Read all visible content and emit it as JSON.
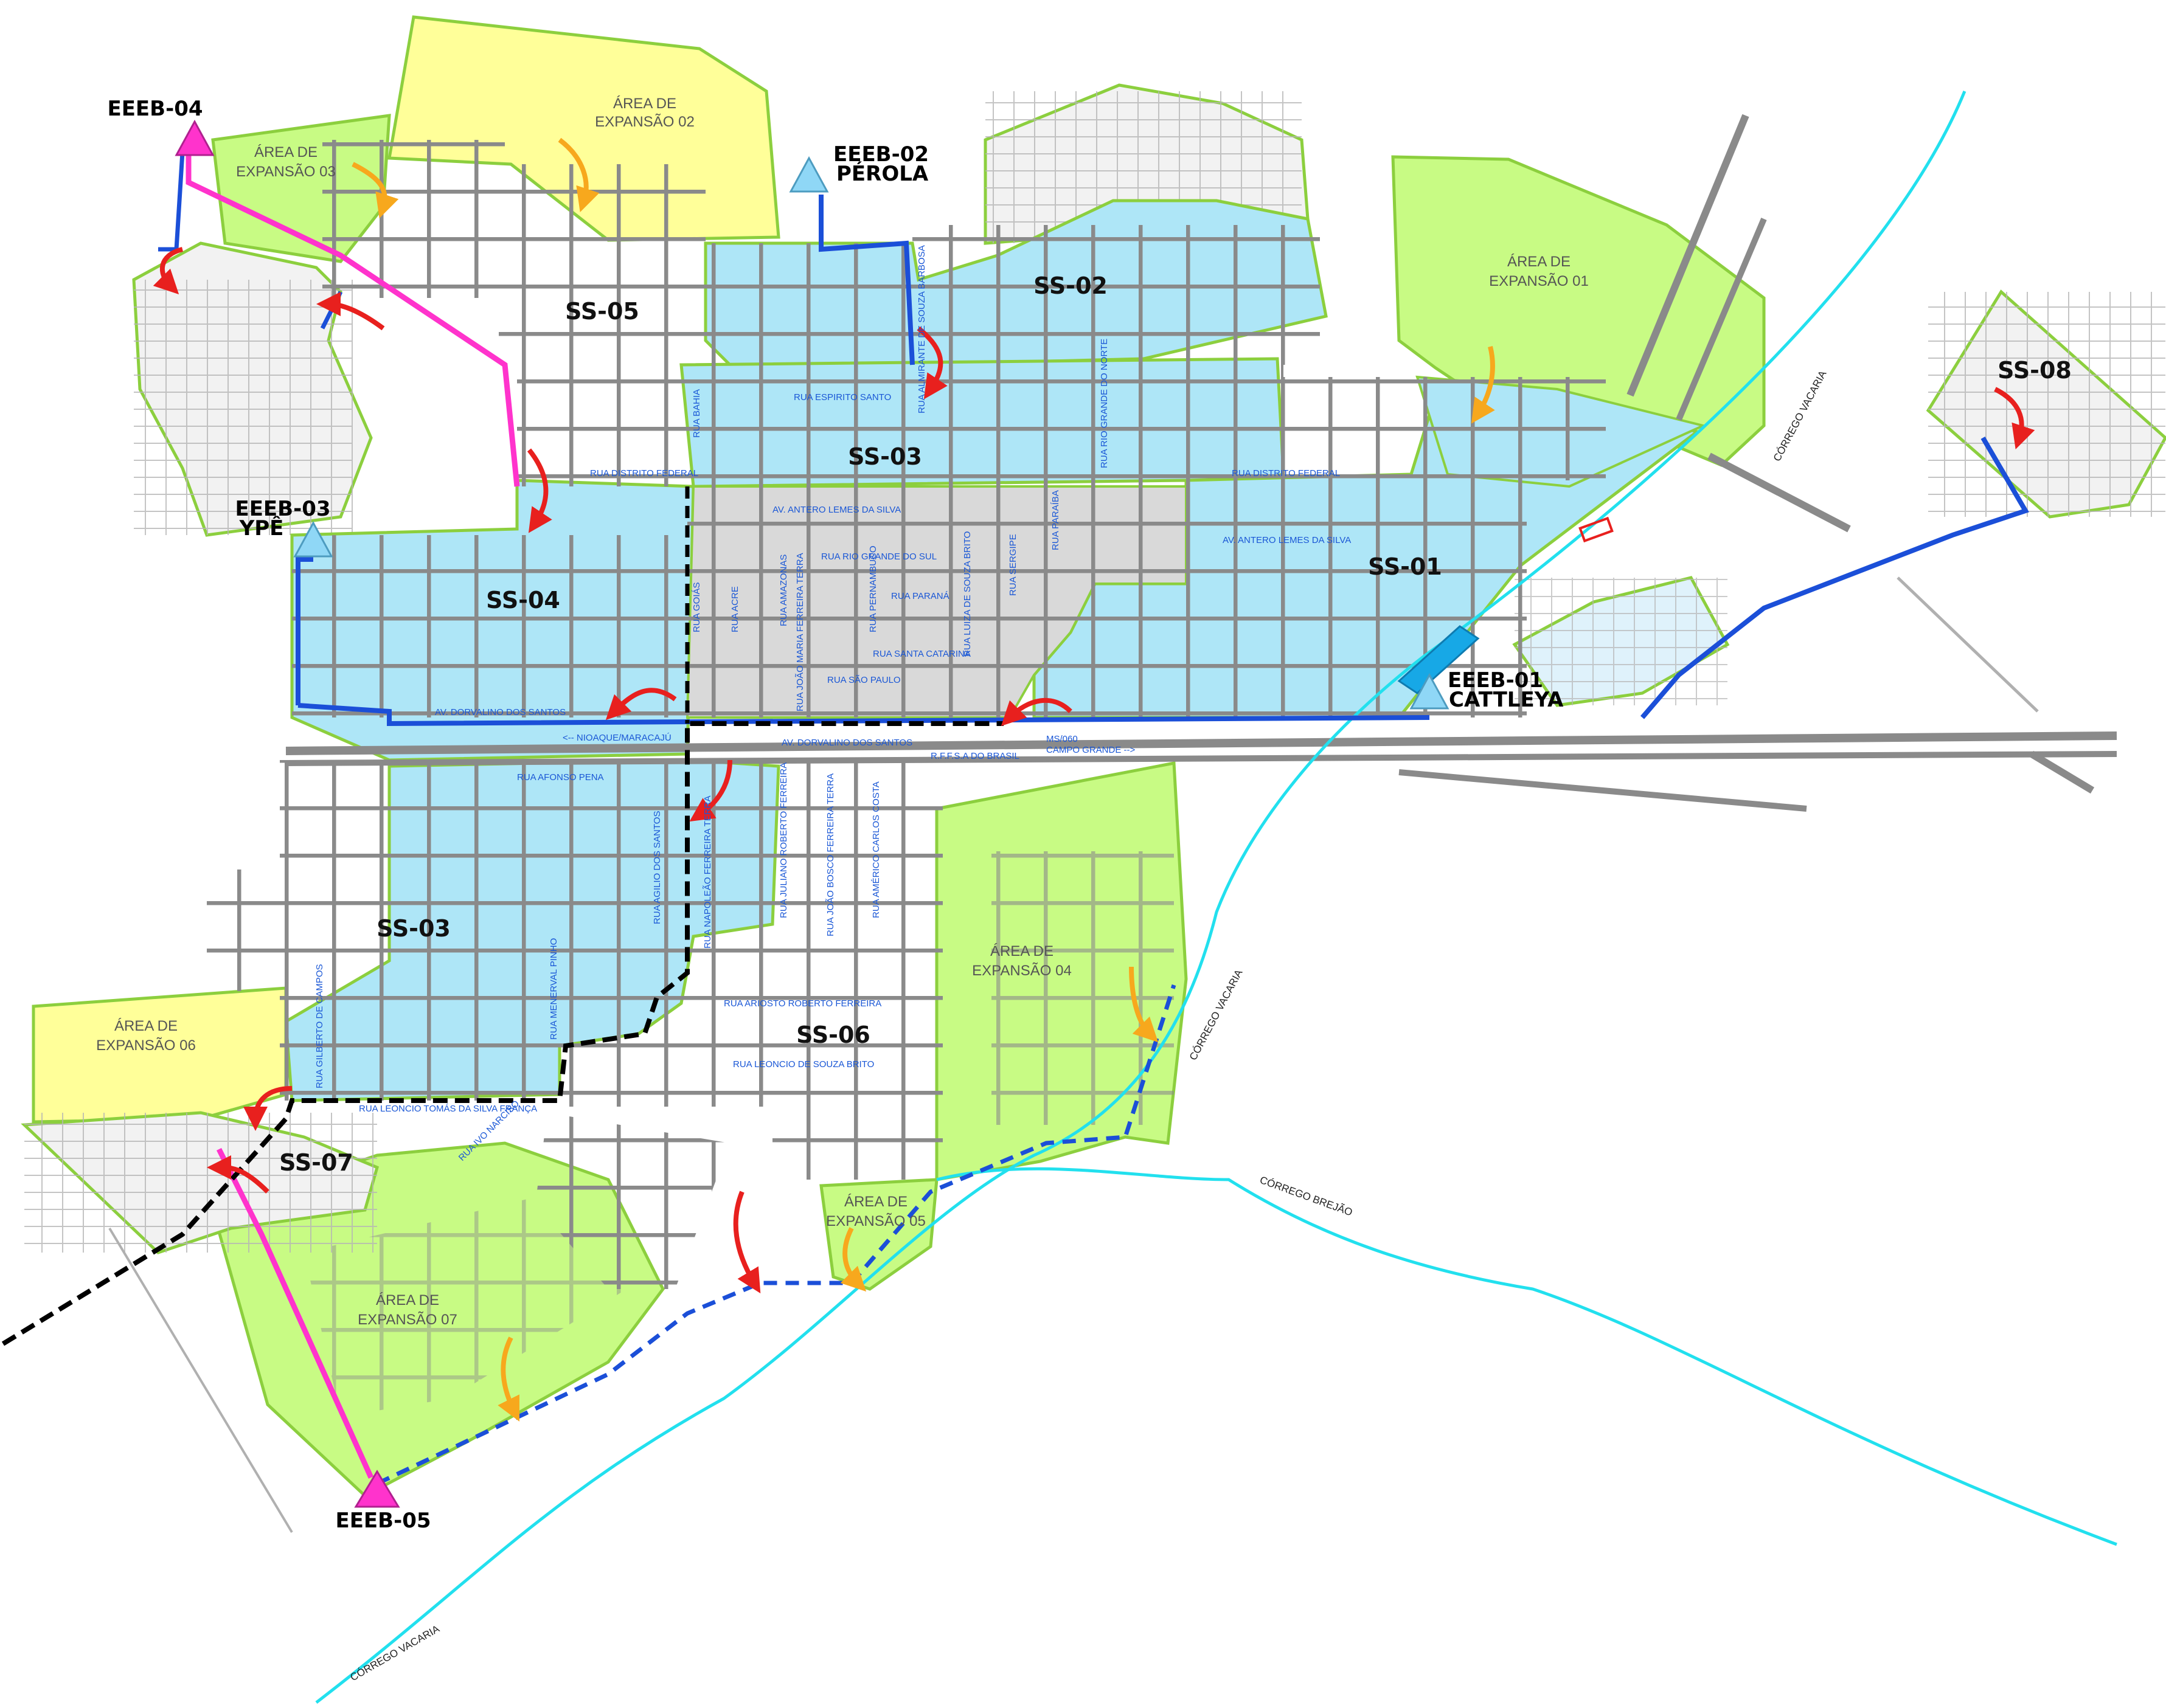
{
  "colors": {
    "sewered_zone": "#aee6f7",
    "core_zone": "#d9d9d9",
    "expansion_yellow": "#ffff99",
    "expansion_green": "#c8fb84",
    "road": "#8a8a8a",
    "boundary": "#8ccf3e",
    "stream": "#22e0ee",
    "force_main_magenta": "#ff33cc",
    "force_main_blue": "#1b4fd8",
    "street_text": "#1a57d6",
    "flow_arrow_red": "#e8201e",
    "flow_arrow_orange": "#f7a81d",
    "station_blue": "#8fd7f6",
    "station_magenta": "#ff33cc"
  },
  "zones": [
    {
      "id": "ss01",
      "label": "SS-01"
    },
    {
      "id": "ss02",
      "label": "SS-02"
    },
    {
      "id": "ss03a",
      "label": "SS-03"
    },
    {
      "id": "ss03b",
      "label": "SS-03"
    },
    {
      "id": "ss04",
      "label": "SS-04"
    },
    {
      "id": "ss05",
      "label": "SS-05"
    },
    {
      "id": "ss06",
      "label": "SS-06"
    },
    {
      "id": "ss07",
      "label": "SS-07"
    },
    {
      "id": "ss08",
      "label": "SS-08"
    }
  ],
  "stations": [
    {
      "id": "eeeb01",
      "line1": "EEEB-01",
      "line2": "CATTLEYA",
      "icon": "triangle-blue"
    },
    {
      "id": "eeeb02",
      "line1": "EEEB-02",
      "line2": "PÉROLA",
      "icon": "triangle-blue"
    },
    {
      "id": "eeeb03",
      "line1": "EEEB-03",
      "line2": "YPÊ",
      "icon": "triangle-blue"
    },
    {
      "id": "eeeb04",
      "line1": "EEEB-04",
      "line2": "",
      "icon": "triangle-magenta"
    },
    {
      "id": "eeeb05",
      "line1": "EEEB-05",
      "line2": "",
      "icon": "triangle-magenta"
    }
  ],
  "expansion_areas": [
    {
      "id": "exp01",
      "line1": "ÁREA DE",
      "line2": "EXPANSÃO 01"
    },
    {
      "id": "exp02",
      "line1": "ÁREA DE",
      "line2": "EXPANSÃO 02"
    },
    {
      "id": "exp03",
      "line1": "ÁREA DE",
      "line2": "EXPANSÃO 03"
    },
    {
      "id": "exp04",
      "line1": "ÁREA DE",
      "line2": "EXPANSÃO 04"
    },
    {
      "id": "exp05",
      "line1": "ÁREA DE",
      "line2": "EXPANSÃO 05"
    },
    {
      "id": "exp06",
      "line1": "ÁREA DE",
      "line2": "EXPANSÃO 06"
    },
    {
      "id": "exp07",
      "line1": "ÁREA DE",
      "line2": "EXPANSÃO 07"
    }
  ],
  "streets": {
    "espirito_santo": "RUA ESPIRITO SANTO",
    "distrito_federal_w": "RUA DISTRITO FEDERAL",
    "distrito_federal_e": "RUA DISTRITO FEDERAL",
    "antero_w": "AV. ANTERO LEMES DA SILVA",
    "antero_e": "AV. ANTERO LEMES DA SILVA",
    "rio_grande_sul": "RUA RIO GRANDE DO SUL",
    "parana": "RUA PARANÁ",
    "santa_catarina": "RUA SANTA CATARINA",
    "sao_paulo": "RUA SÃO PAULO",
    "dorvalino_n": "AV. DORVALINO DOS SANTOS",
    "dorvalino_s": "AV. DORVALINO DOS SANTOS",
    "nioaque": "<-- NIOAQUE/MARACAJÚ",
    "rffsa": "R.F.F.S.A DO BRASIL",
    "ms060": "MS/060",
    "campo_grande": "CAMPO GRANDE -->",
    "afonso_pena": "RUA AFONSO PENA",
    "ariosto": "RUA ARIOSTO ROBERTO FERREIRA",
    "leoncio_souza": "RUA LEONCIO DE SOUZA BRITO",
    "leoncio_tomas": "RUA LEONCIO TOMÁS DA SILVA FRANÇA",
    "amazonas": "RUA AMAZONAS",
    "acre": "RUA ACRE",
    "goias": "RUA GOIÁS",
    "pernambuco": "RUA PERNAMBUCO",
    "sergipe": "RUA SERGIPE",
    "paraiba": "RUA PARAÍBA",
    "joao_maria": "RUA JOÃO MARIA FERREIRA TERRA",
    "luiza": "RUA LUIZA DE SOUZA BRITO",
    "rio_grande_norte": "RUA RIO GRANDE DO NORTE",
    "bahia": "RUA BAHIA",
    "sao_jose": "RUA ALMIRANTE DE SOUZA BARBOSA",
    "agilio": "RUA AGILIO DOS SANTOS",
    "napoleao": "RUA NAPOLEÃO FERREIRA TERRA",
    "juliano": "RUA JULIANO ROBERTO FERREIRA",
    "joao_bosco": "RUA JOÃO BOSCO FERREIRA TERRA",
    "americo": "RUA AMÉRICO CARLOS COSTA",
    "menerval": "RUA MENERVAL PINHO",
    "gilberto": "RUA GILBERTO DE CAMPOS",
    "ivo": "RUA IVO NARCISO"
  },
  "streams": {
    "vacaria_ne": "CÓRREGO VACARIA",
    "vacaria_mid": "CÓRREGO VACARIA",
    "vacaria_sw": "CÓRREGO VACARIA",
    "brejao": "CÓRREGO BREJÃO"
  }
}
